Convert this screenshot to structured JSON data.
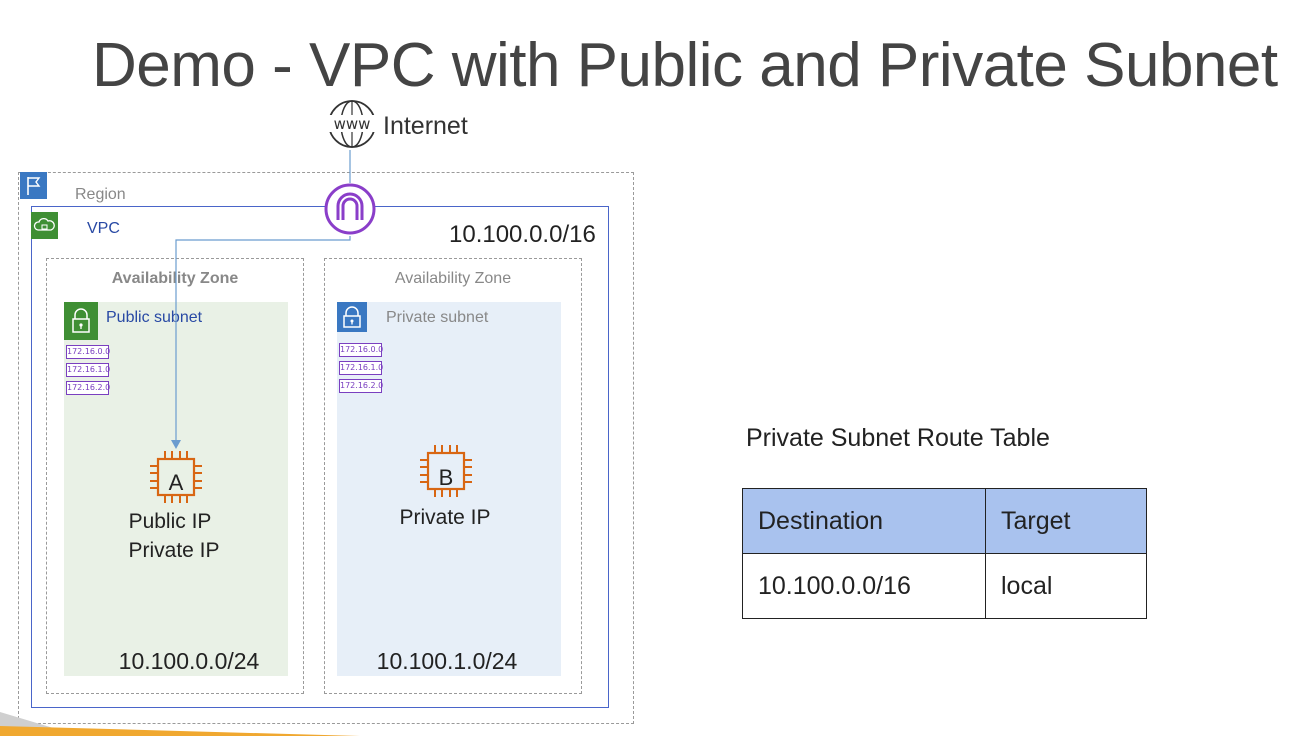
{
  "title": "Demo - VPC with Public and Private Subnet",
  "internet": {
    "label": "Internet",
    "icon": "www-globe-icon"
  },
  "region": {
    "label": "Region",
    "icon": "region-flag-icon"
  },
  "vpc": {
    "label": "VPC",
    "cidr": "10.100.0.0/16",
    "icon": "vpc-cloud-icon"
  },
  "internet_gateway": {
    "icon": "internet-gateway-icon"
  },
  "availability_zones": [
    {
      "label": "Availability Zone",
      "subnet": {
        "label": "Public subnet",
        "routes": [
          "172.16.0.0",
          "172.16.1.0",
          "172.16.2.0"
        ],
        "instance": {
          "letter": "A",
          "ips": [
            "Public IP",
            "Private IP"
          ]
        },
        "cidr": "10.100.0.0/24"
      }
    },
    {
      "label": "Availability Zone",
      "subnet": {
        "label": "Private subnet",
        "routes": [
          "172.16.0.0",
          "172.16.1.0",
          "172.16.2.0"
        ],
        "instance": {
          "letter": "B",
          "ips": [
            "Private IP"
          ]
        },
        "cidr": "10.100.1.0/24"
      }
    }
  ],
  "route_table": {
    "title": "Private Subnet Route Table",
    "headers": [
      "Destination",
      "Target"
    ],
    "rows": [
      [
        "10.100.0.0/16",
        "local"
      ]
    ]
  },
  "colors": {
    "vpc_border": "#4a65c9",
    "public_subnet_bg": "#e9f1e6",
    "private_subnet_bg": "#e7eff8",
    "table_header": "#a9c2ee",
    "gateway": "#8a3ec9",
    "instance": "#d86613"
  }
}
